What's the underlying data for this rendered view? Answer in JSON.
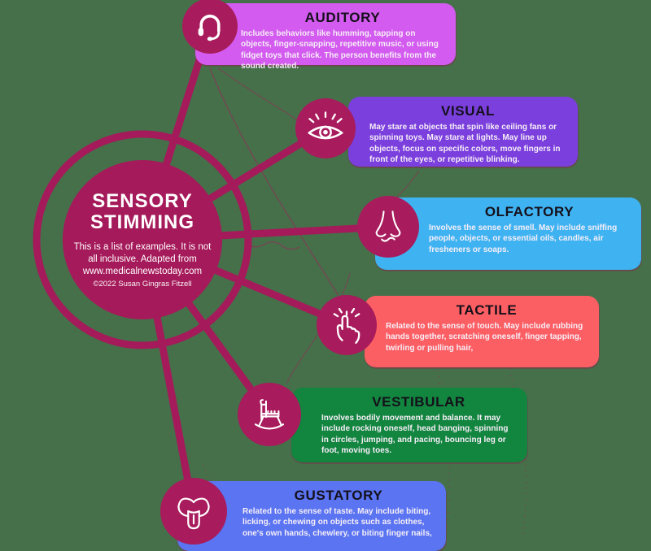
{
  "colors": {
    "background": "#46704a",
    "accent": "#a51a5a",
    "node": "#a81b5c",
    "card_auditory": "#d35bef",
    "card_visual": "#7a3fdd",
    "card_olfactory": "#3fb3f2",
    "card_tactile": "#fc5f63",
    "card_vestibular": "#12853f",
    "card_gustatory": "#5a74f2"
  },
  "center": {
    "title": "SENSORY STIMMING",
    "subtitle": "This is a list of examples. It is not all inclusive. Adapted from www.medicalnewstoday.com",
    "copyright": "©2022 Susan Gingras Fitzell"
  },
  "cards": [
    {
      "id": "auditory",
      "title": "AUDITORY",
      "description": "Includes behaviors like humming, tapping on objects, finger-snapping, repetitive music, or using fidget toys that click. The person benefits from the sound created.",
      "color": "#d35bef",
      "icon": "headset-icon"
    },
    {
      "id": "visual",
      "title": "VISUAL",
      "description": "May stare at objects that spin like ceiling fans or spinning toys. May stare at lights. May line up objects, focus on specific colors, move fingers in front of the eyes, or repetitive blinking.",
      "color": "#7a3fdd",
      "icon": "eye-icon"
    },
    {
      "id": "olfactory",
      "title": "OLFACTORY",
      "description": "Involves the sense of smell. May include sniffing people, objects, or essential oils, candles, air fresheners or soaps.",
      "color": "#3fb3f2",
      "icon": "nose-icon"
    },
    {
      "id": "tactile",
      "title": "TACTILE",
      "description": "Related to the sense of touch. May include rubbing hands together, scratching oneself, finger tapping, twirling or pulling hair,",
      "color": "#fc5f63",
      "icon": "tap-hand-icon"
    },
    {
      "id": "vestibular",
      "title": "VESTIBULAR",
      "description": "Involves bodily movement and balance. It may include rocking oneself, head banging, spinning in circles, jumping, and pacing, bouncing leg or foot, moving toes.",
      "color": "#12853f",
      "icon": "rocking-chair-icon"
    },
    {
      "id": "gustatory",
      "title": "GUSTATORY",
      "description": "Related to the sense of taste. May include biting, licking, or chewing on objects such as clothes, one's own hands, chewlery, or biting finger nails,",
      "color": "#5a74f2",
      "icon": "tongue-icon"
    }
  ]
}
